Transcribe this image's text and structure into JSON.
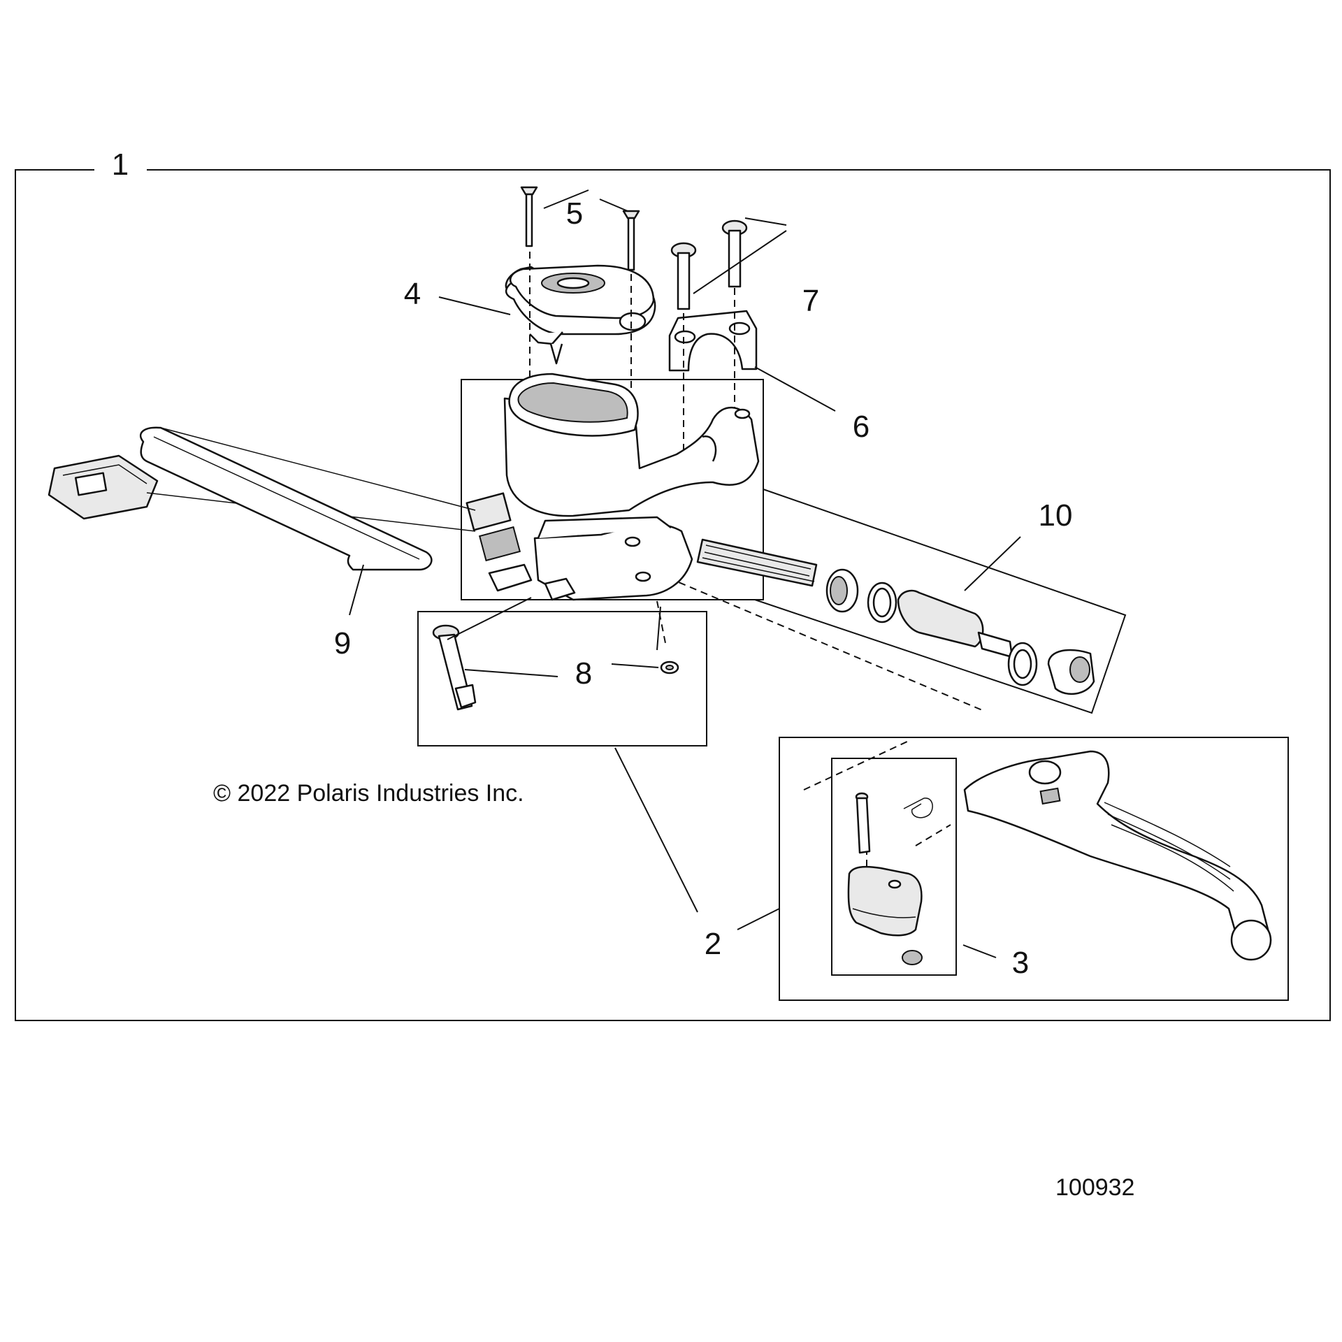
{
  "callouts": {
    "c1": "1",
    "c2": "2",
    "c3": "3",
    "c4": "4",
    "c5": "5",
    "c6": "6",
    "c7": "7",
    "c8": "8",
    "c9": "9",
    "c10": "10"
  },
  "copyright": "© 2022 Polaris Industries Inc.",
  "figure_id": "100932"
}
